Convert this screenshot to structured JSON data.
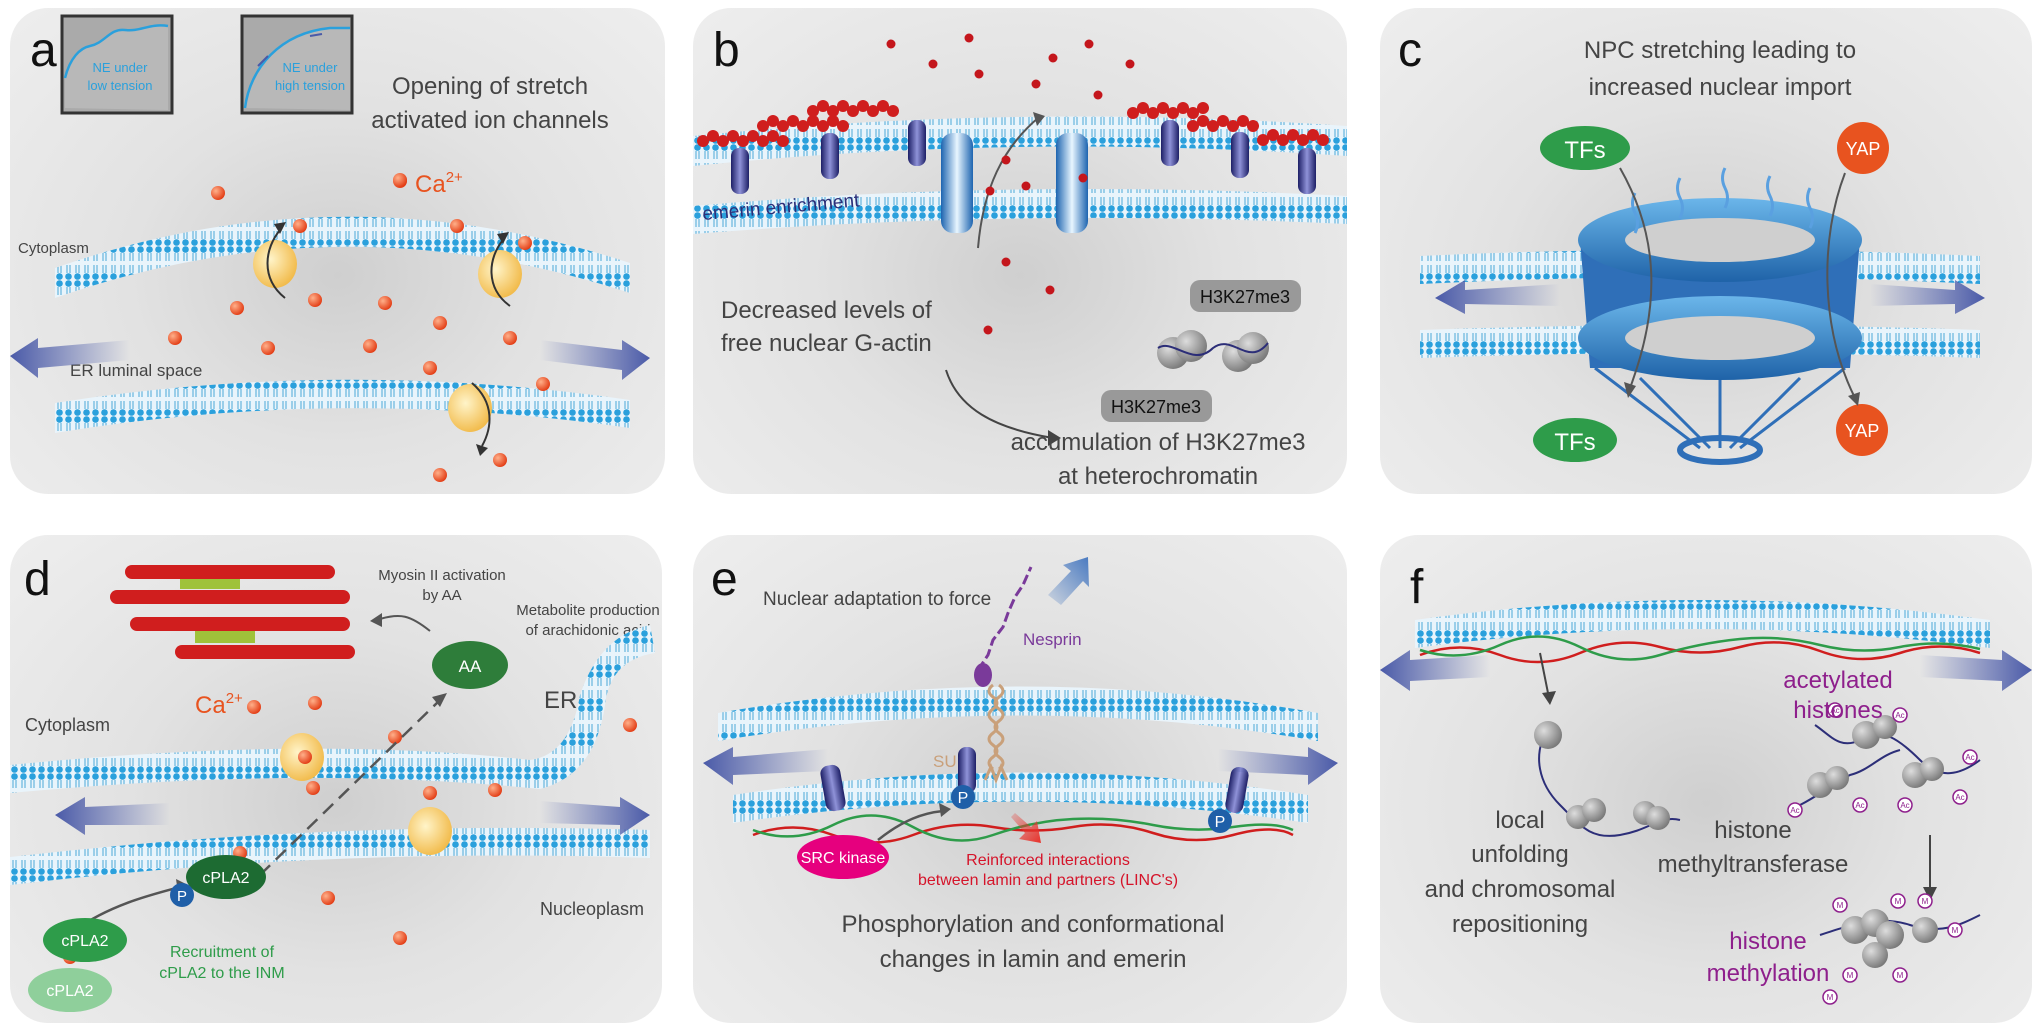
{
  "panel_a": {
    "letter": "a",
    "inset_low": [
      "NE under",
      "low tension"
    ],
    "inset_high": [
      "NE under",
      "high tension"
    ],
    "title": [
      "Opening of stretch",
      "activated ion channels"
    ],
    "ion": "Ca",
    "ion_sup": "2+",
    "cytoplasm": "Cytoplasm",
    "er_lumen": "ER luminal space"
  },
  "panel_b": {
    "letter": "b",
    "emerin": "emerin enrichment",
    "actin_text": [
      "Decreased levels of",
      "free nuclear G-actin"
    ],
    "mark1": "H3K27me3",
    "mark2": "H3K27me3",
    "result": [
      "accumulation of H3K27me3",
      "at heterochromatin"
    ]
  },
  "panel_c": {
    "letter": "c",
    "title": [
      "NPC stretching leading to",
      "increased nuclear import"
    ],
    "tfs_top": "TFs",
    "yap_top": "YAP",
    "tfs_bottom": "TFs",
    "yap_bottom": "YAP"
  },
  "panel_d": {
    "letter": "d",
    "myosin": [
      "Myosin II activation",
      "by AA"
    ],
    "metabolite": [
      "Metabolite production",
      "of arachidonic acid"
    ],
    "aa": "AA",
    "er": "ER",
    "ion": "Ca",
    "ion_sup": "2+",
    "cytoplasm": "Cytoplasm",
    "nucleoplasm": "Nucleoplasm",
    "cpla2_a": "cPLA2",
    "cpla2_b": "cPLA2",
    "cpla2_c": "cPLA2",
    "p": "P",
    "recruit": [
      "Recruitment of",
      "cPLA2 to the INM"
    ]
  },
  "panel_e": {
    "letter": "e",
    "title": "Nuclear adaptation to force",
    "nesprin": "Nesprin",
    "sun": "SUN",
    "src": "SRC kinase",
    "p1": "P",
    "p2": "P",
    "reinforced": [
      "Reinforced interactions",
      "between lamin and partners (LINC's)"
    ],
    "bottom": [
      "Phosphorylation and conformational",
      "changes in lamin and emerin"
    ]
  },
  "panel_f": {
    "letter": "f",
    "acetylated": [
      "acetylated",
      "histones"
    ],
    "local": [
      "local",
      "unfolding",
      "and chromosomal",
      "repositioning"
    ],
    "hmt": [
      "histone",
      "methyltransferase"
    ],
    "methylation": [
      "histone",
      "methylation"
    ],
    "ac": "Ac",
    "m": "M"
  },
  "colors": {
    "membrane": "#29a3e0",
    "arrow": "#4a5aa8",
    "ion": "#e8531f",
    "green": "#2e9c4a",
    "orange": "#e8531f",
    "red": "#d5142a",
    "purple": "#8e1f8c",
    "navy": "#2c2e78",
    "magenta": "#e6007e"
  }
}
